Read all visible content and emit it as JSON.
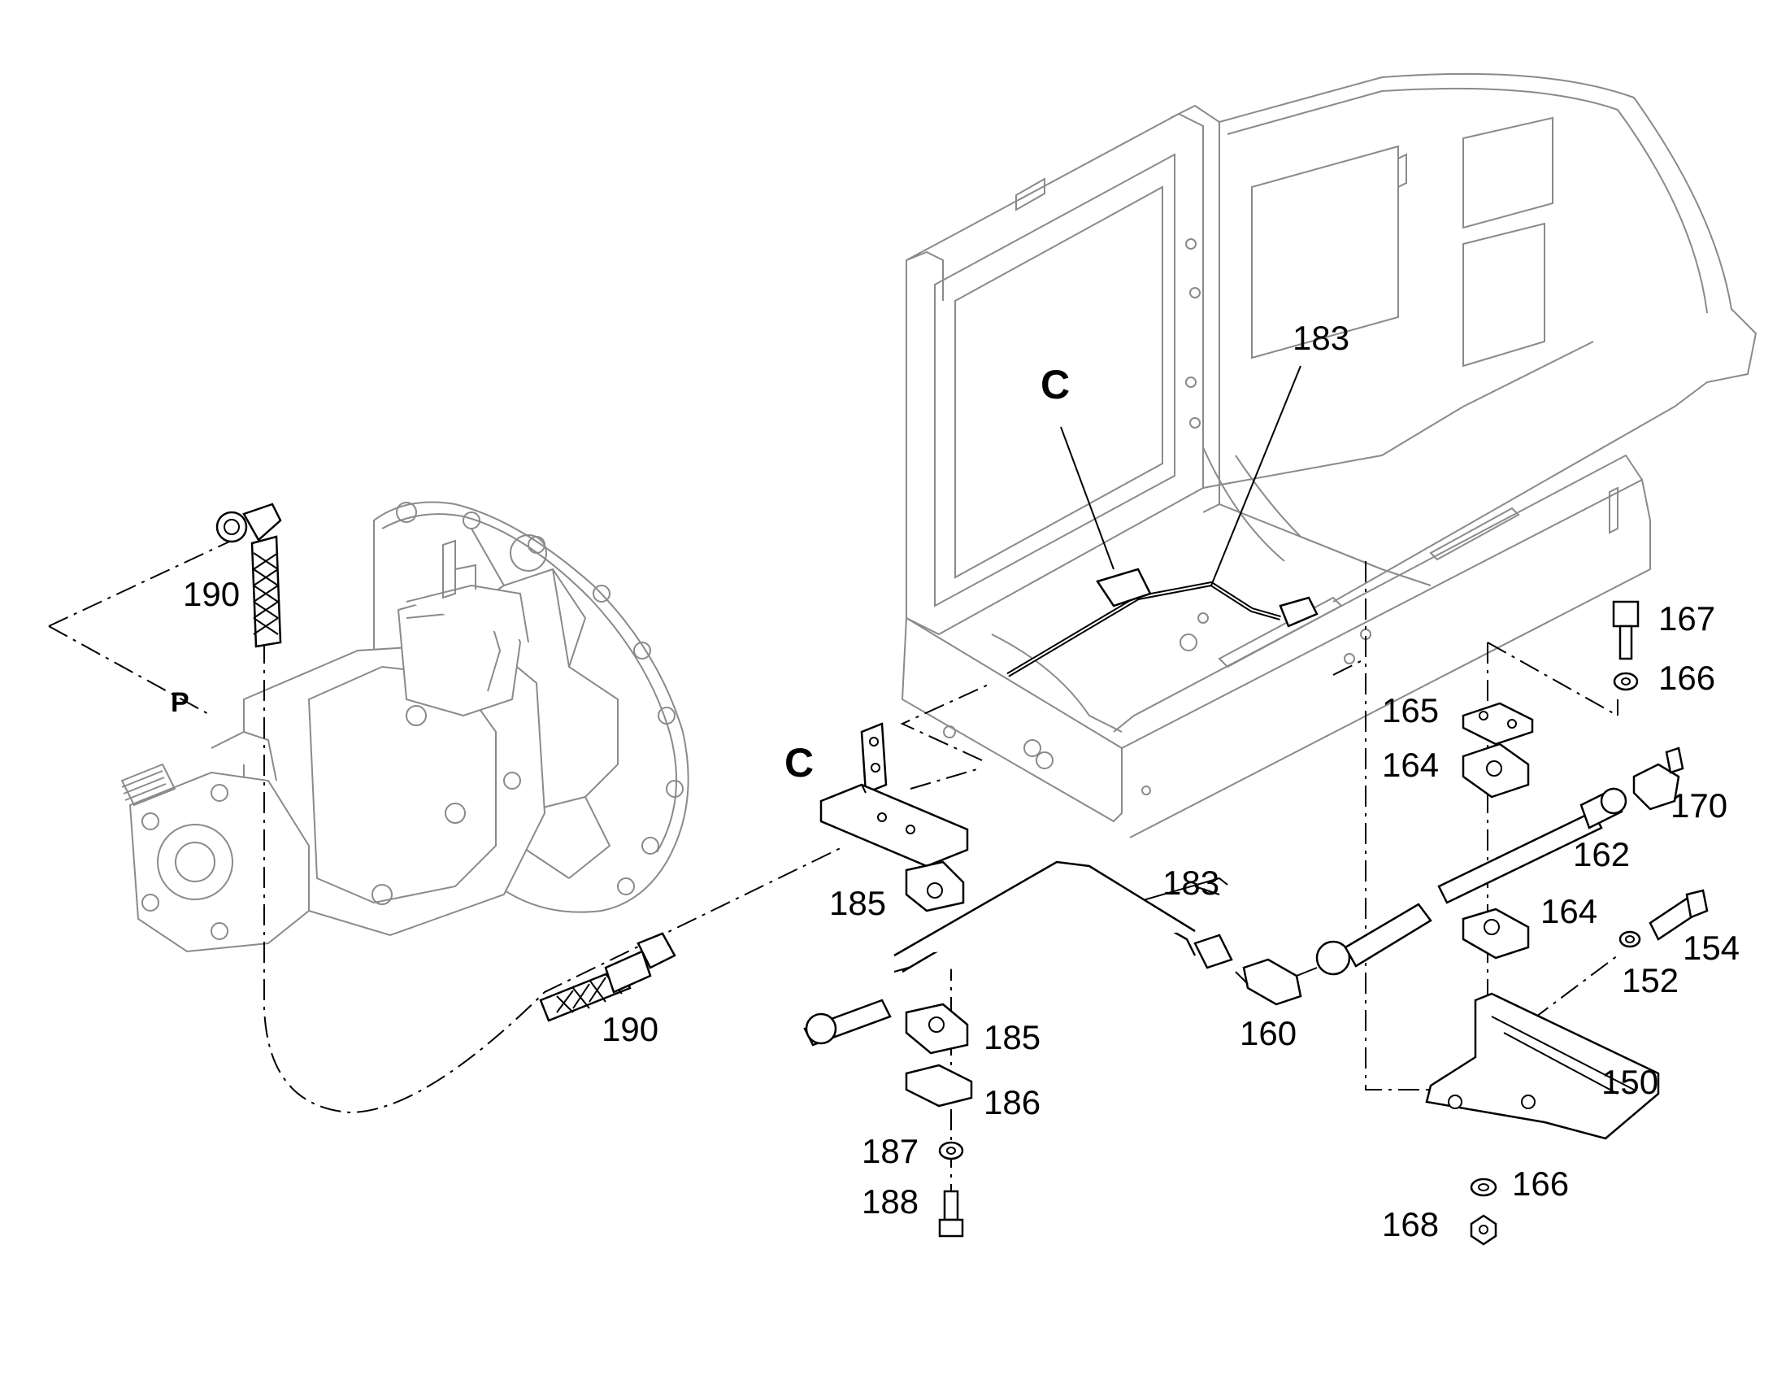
{
  "labels": {
    "p_190_top": "190",
    "p_190_bottom": "190",
    "p_183_top": "183",
    "p_183_mid": "183",
    "p_167": "167",
    "p_166_top": "166",
    "p_165": "165",
    "p_164_top": "164",
    "p_170": "170",
    "p_162": "162",
    "p_164_mid": "164",
    "p_154": "154",
    "p_152": "152",
    "p_150": "150",
    "p_166_bottom": "166",
    "p_168": "168",
    "p_185_top": "185",
    "p_185_bottom": "185",
    "p_186": "186",
    "p_187": "187",
    "p_188": "188",
    "p_160": "160"
  },
  "callouts": {
    "c_top": "C",
    "c_detail": "C",
    "p_pump": "P"
  }
}
